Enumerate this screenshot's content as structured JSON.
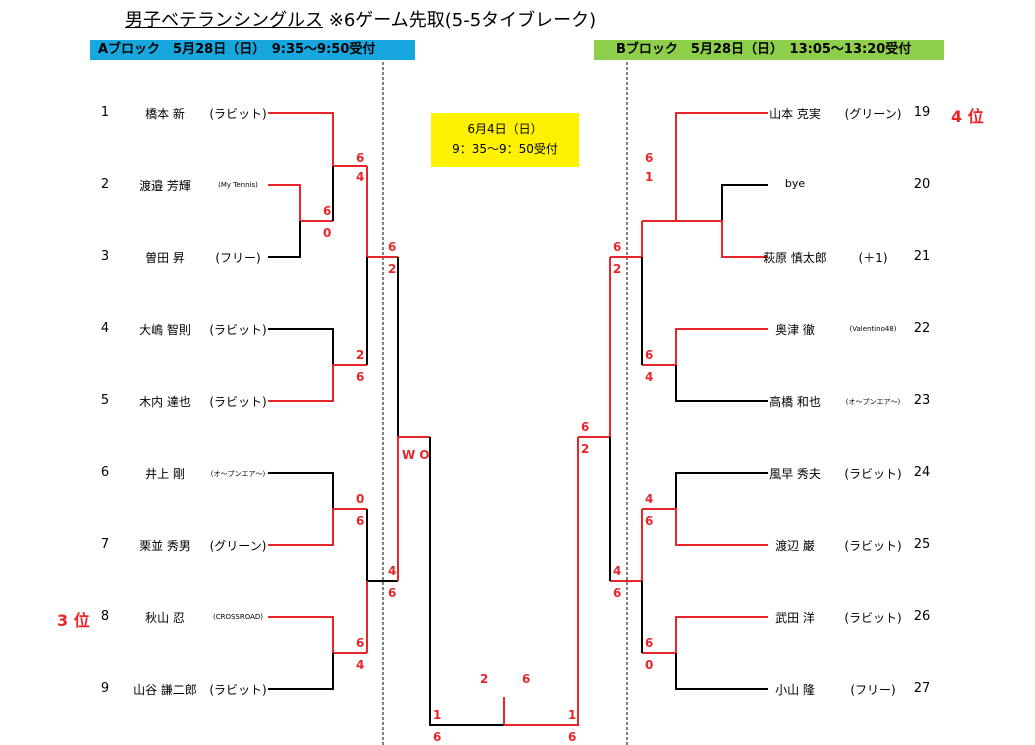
{
  "title": {
    "main": "男子ベテランシングルス",
    "sub": "※6ゲーム先取(5-5タイブレーク)"
  },
  "blockA": {
    "header": "Aブロック　5月28日（日）　9:35～9:50受付"
  },
  "blockB": {
    "header": "Bブロック　5月28日（日）　13:05～13:20受付"
  },
  "final_notice": {
    "line1": "6月4日（日）",
    "line2": "9：35～9：50受付"
  },
  "playersA": [
    {
      "num": "1",
      "name": "橋本 新",
      "club": "(ラビット)"
    },
    {
      "num": "2",
      "name": "渡邉 芳輝",
      "club": "(My Tennis)"
    },
    {
      "num": "3",
      "name": "曽田 昇",
      "club": "(フリー)"
    },
    {
      "num": "4",
      "name": "大嶋 智則",
      "club": "(ラビット)"
    },
    {
      "num": "5",
      "name": "木内 達也",
      "club": "(ラビット)"
    },
    {
      "num": "6",
      "name": "井上 剛",
      "club": "(オ～プンエア～)"
    },
    {
      "num": "7",
      "name": "栗並 秀男",
      "club": "(グリーン)"
    },
    {
      "num": "8",
      "name": "秋山 忍",
      "club": "(CROSSROAD)"
    },
    {
      "num": "9",
      "name": "山谷 謙二郎",
      "club": "(ラビット)"
    }
  ],
  "playersB": [
    {
      "num": "19",
      "name": "山本 克実",
      "club": "(グリーン)"
    },
    {
      "num": "20",
      "name": "bye",
      "club": ""
    },
    {
      "num": "21",
      "name": "萩原 慎太郎",
      "club": "(＋1)"
    },
    {
      "num": "22",
      "name": "奥津 徹",
      "club": "(Valentino48)"
    },
    {
      "num": "23",
      "name": "高橋 和也",
      "club": "(オ～プンエア～)"
    },
    {
      "num": "24",
      "name": "風早 秀夫",
      "club": "(ラビット)"
    },
    {
      "num": "25",
      "name": "渡辺 巌",
      "club": "(ラビット)"
    },
    {
      "num": "26",
      "name": "武田 洋",
      "club": "(ラビット)"
    },
    {
      "num": "27",
      "name": "小山 隆",
      "club": "(フリー)"
    }
  ],
  "ranks": {
    "a": "3 位",
    "b": "4 位"
  },
  "colors": {
    "winner_line": "#e8262a",
    "line": "#000000",
    "score": "#e8262a"
  },
  "scoresA": {
    "p2v3_top": "6",
    "p2v3_bot": "0",
    "r1_top": "6",
    "r1_bot": "4",
    "p4v5_top": "2",
    "p4v5_bot": "6",
    "sf1_top": "6",
    "sf1_bot": "2",
    "p6v7_top": "0",
    "p6v7_bot": "6",
    "p8v9_top": "6",
    "p8v9_bot": "4",
    "sf2_top": "4",
    "sf2_bot": "6",
    "bf": "W O"
  },
  "scoresB": {
    "r1_top": "6",
    "r1_bot": "1",
    "p22v23_top": "6",
    "p22v23_bot": "4",
    "sf1_top": "6",
    "sf1_bot": "2",
    "p24v25_top": "4",
    "p24v25_bot": "6",
    "p26v27_top": "6",
    "p26v27_bot": "0",
    "sf2_top": "4",
    "sf2_bot": "6",
    "bf_top": "6",
    "bf_bot": "2"
  },
  "final": {
    "a_score": "2",
    "b_score": "6",
    "a_bot_1": "1",
    "a_bot_2": "6",
    "b_bot_1": "1",
    "b_bot_2": "6"
  }
}
